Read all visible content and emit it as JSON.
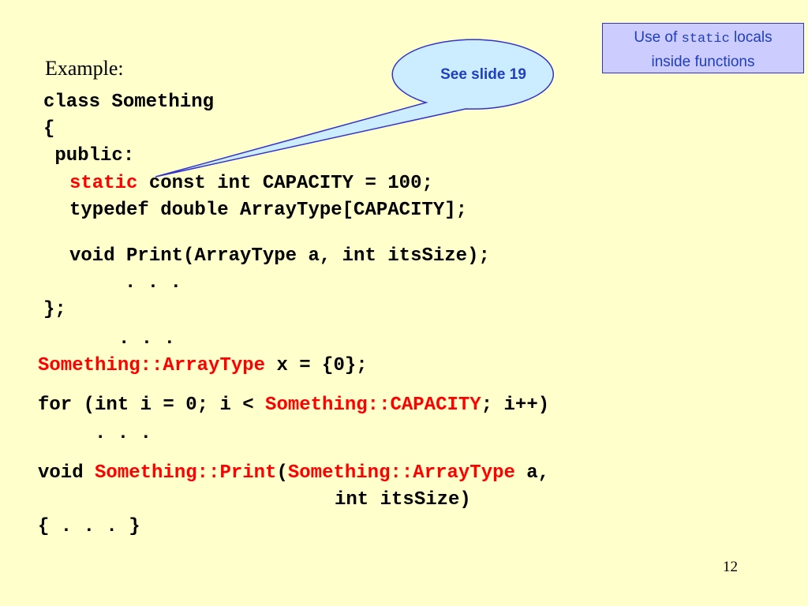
{
  "note": {
    "prefix": "Use of ",
    "mono": "static",
    "suffix": " locals",
    "line2": "inside functions"
  },
  "example_label": "Example:",
  "callout": {
    "text": "See slide 19"
  },
  "code": {
    "l1": "class Something",
    "l2": "{",
    "l3": " public:",
    "l4_kw": "static",
    "l4_rest": " const int CAPACITY = 100;",
    "l5": "typedef double ArrayType[CAPACITY];",
    "l6": "void Print(ArrayType a, int itsSize);",
    "l7": ". . .",
    "l8": "};",
    "l9": ". . .",
    "l10_red": "Something::ArrayType",
    "l10_rest": " x = {0};",
    "l11_a": "for (int i = 0; i < ",
    "l11_red": "Something::CAPACITY",
    "l11_b": "; i++)",
    "l12": ". . .",
    "l13_a": "void ",
    "l13_red1": "Something::Print",
    "l13_b": "(",
    "l13_red2": "Something::ArrayType",
    "l13_c": " a,",
    "l14": "int itsSize)",
    "l15": "{ . . . }"
  },
  "page_number": "12",
  "colors": {
    "background": "#ffffcc",
    "accent_red": "#ff0000",
    "callout_fill": "#ccecff",
    "callout_text": "#1f3fbf",
    "note_fill": "#ccccff"
  }
}
